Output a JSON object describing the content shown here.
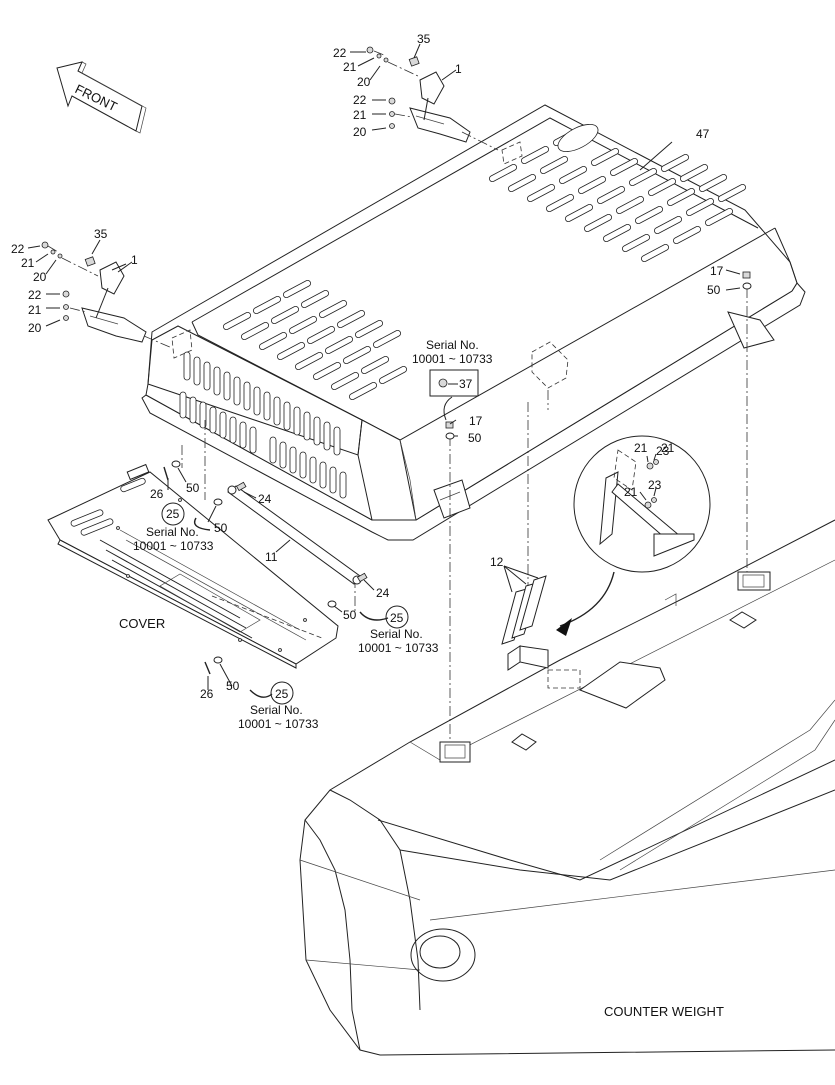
{
  "front_arrow": "FRONT",
  "part_numbers": {
    "cover_47": "47",
    "latch_1": "1",
    "bolt_35": "35",
    "bolt_22": "22",
    "washer_21": "21",
    "washer_20": "20",
    "bolt_17": "17",
    "washer_50": "50",
    "bolt_37": "37",
    "washer_23": "23",
    "stay_12": "12",
    "stay_11": "11",
    "pin_24": "24",
    "pin_26": "26",
    "ref_25": "25"
  },
  "serial_note": {
    "title": "Serial No.",
    "range": "10001 ~ 10733"
  },
  "labels": {
    "cover": "COVER",
    "counter_weight": "COUNTER WEIGHT"
  }
}
